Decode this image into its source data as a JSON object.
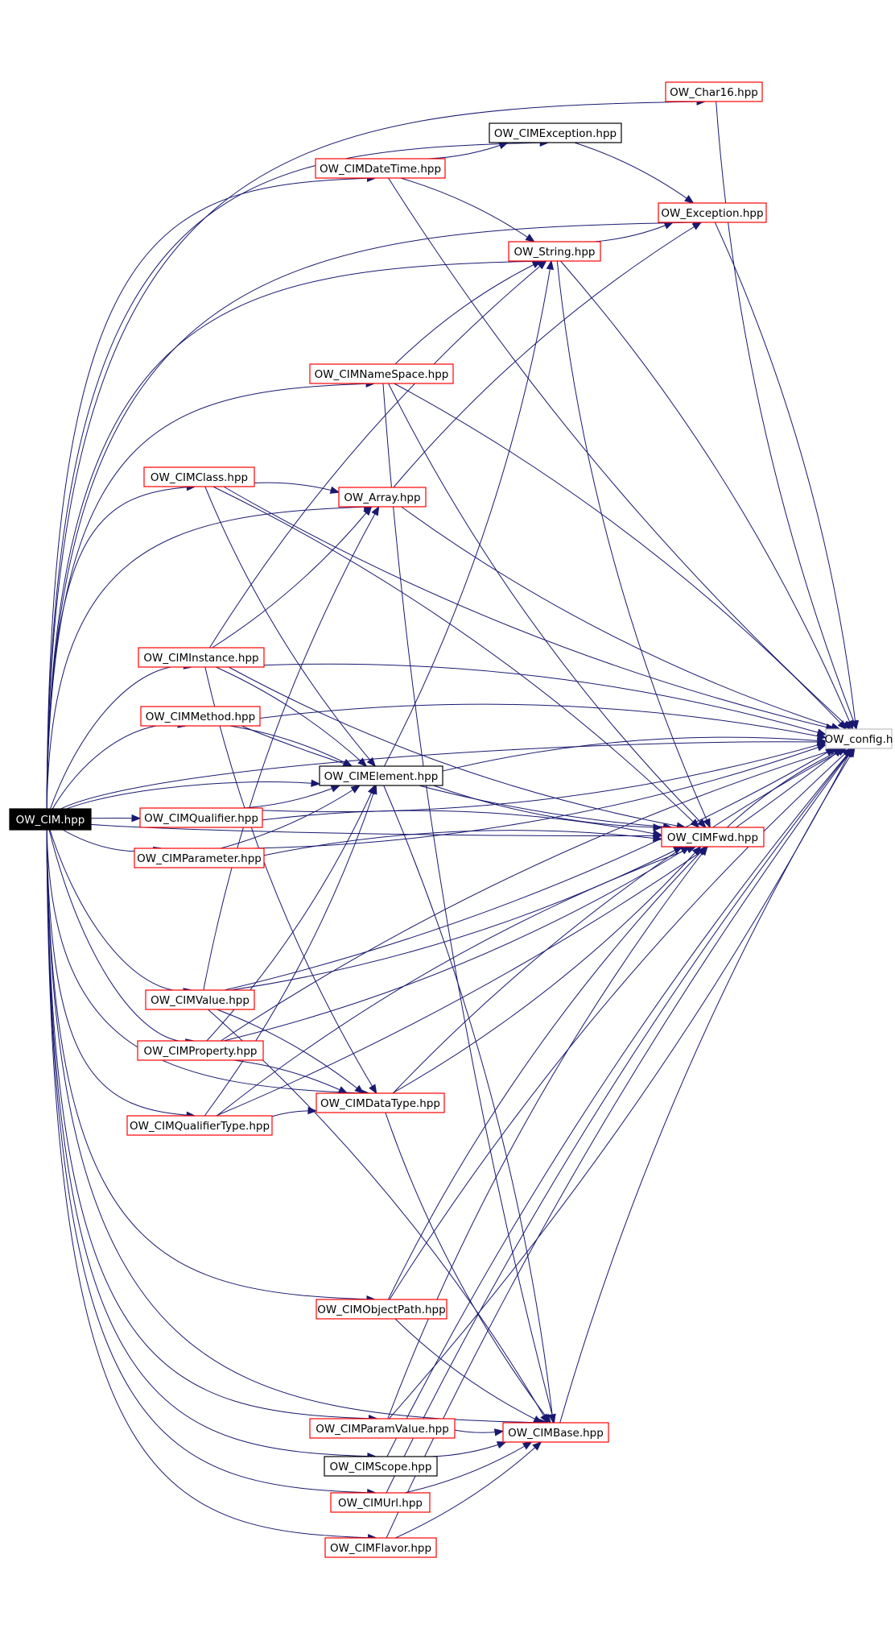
{
  "colors": {
    "edge": "#191970",
    "node_border_red": "#ff0000",
    "node_border_black": "#000000",
    "node_border_gray": "#bfbfbf",
    "root_fill": "#000000",
    "root_text": "#ffffff",
    "node_fill": "#ffffff",
    "node_text": "#000000"
  },
  "nodes": [
    {
      "id": "cim",
      "label": "OW_CIM.hpp",
      "style": "root"
    },
    {
      "id": "char16",
      "label": "OW_Char16.hpp",
      "style": "red"
    },
    {
      "id": "cimexception",
      "label": "OW_CIMException.hpp",
      "style": "black"
    },
    {
      "id": "cimdatetime",
      "label": "OW_CIMDateTime.hpp",
      "style": "red"
    },
    {
      "id": "exception",
      "label": "OW_Exception.hpp",
      "style": "red"
    },
    {
      "id": "string",
      "label": "OW_String.hpp",
      "style": "red"
    },
    {
      "id": "cimnamespace",
      "label": "OW_CIMNameSpace.hpp",
      "style": "red"
    },
    {
      "id": "cimclass",
      "label": "OW_CIMClass.hpp",
      "style": "red"
    },
    {
      "id": "array",
      "label": "OW_Array.hpp",
      "style": "red"
    },
    {
      "id": "ciminstance",
      "label": "OW_CIMInstance.hpp",
      "style": "red"
    },
    {
      "id": "cimmethod",
      "label": "OW_CIMMethod.hpp",
      "style": "red"
    },
    {
      "id": "config",
      "label": "OW_config.h",
      "style": "gray"
    },
    {
      "id": "cimelement",
      "label": "OW_CIMElement.hpp",
      "style": "black"
    },
    {
      "id": "cimqualifier",
      "label": "OW_CIMQualifier.hpp",
      "style": "red"
    },
    {
      "id": "cimfwd",
      "label": "OW_CIMFwd.hpp",
      "style": "red"
    },
    {
      "id": "cimparameter",
      "label": "OW_CIMParameter.hpp",
      "style": "red"
    },
    {
      "id": "cimvalue",
      "label": "OW_CIMValue.hpp",
      "style": "red"
    },
    {
      "id": "cimproperty",
      "label": "OW_CIMProperty.hpp",
      "style": "red"
    },
    {
      "id": "cimdatatype",
      "label": "OW_CIMDataType.hpp",
      "style": "red"
    },
    {
      "id": "cimqualifiertype",
      "label": "OW_CIMQualifierType.hpp",
      "style": "red"
    },
    {
      "id": "cimobjectpath",
      "label": "OW_CIMObjectPath.hpp",
      "style": "red"
    },
    {
      "id": "cimparamvalue",
      "label": "OW_CIMParamValue.hpp",
      "style": "red"
    },
    {
      "id": "cimbase",
      "label": "OW_CIMBase.hpp",
      "style": "red"
    },
    {
      "id": "cimscope",
      "label": "OW_CIMScope.hpp",
      "style": "black"
    },
    {
      "id": "cimurl",
      "label": "OW_CIMUrl.hpp",
      "style": "red"
    },
    {
      "id": "cimflavor",
      "label": "OW_CIMFlavor.hpp",
      "style": "red"
    }
  ],
  "edges": [
    [
      "cim",
      "char16"
    ],
    [
      "cim",
      "cimexception"
    ],
    [
      "cim",
      "cimdatetime"
    ],
    [
      "cim",
      "exception"
    ],
    [
      "cim",
      "string"
    ],
    [
      "cim",
      "cimnamespace"
    ],
    [
      "cim",
      "cimclass"
    ],
    [
      "cim",
      "array"
    ],
    [
      "cim",
      "ciminstance"
    ],
    [
      "cim",
      "cimmethod"
    ],
    [
      "cim",
      "config"
    ],
    [
      "cim",
      "cimelement"
    ],
    [
      "cim",
      "cimqualifier"
    ],
    [
      "cim",
      "cimfwd"
    ],
    [
      "cim",
      "cimparameter"
    ],
    [
      "cim",
      "cimvalue"
    ],
    [
      "cim",
      "cimproperty"
    ],
    [
      "cim",
      "cimdatatype"
    ],
    [
      "cim",
      "cimqualifiertype"
    ],
    [
      "cim",
      "cimobjectpath"
    ],
    [
      "cim",
      "cimparamvalue"
    ],
    [
      "cim",
      "cimbase"
    ],
    [
      "cim",
      "cimscope"
    ],
    [
      "cim",
      "cimurl"
    ],
    [
      "cim",
      "cimflavor"
    ],
    [
      "char16",
      "config"
    ],
    [
      "cimexception",
      "exception"
    ],
    [
      "cimdatetime",
      "cimexception"
    ],
    [
      "cimdatetime",
      "string"
    ],
    [
      "cimdatetime",
      "config"
    ],
    [
      "exception",
      "config"
    ],
    [
      "string",
      "exception"
    ],
    [
      "string",
      "config"
    ],
    [
      "string",
      "cimfwd"
    ],
    [
      "cimnamespace",
      "string"
    ],
    [
      "cimnamespace",
      "cimfwd"
    ],
    [
      "cimnamespace",
      "config"
    ],
    [
      "cimnamespace",
      "cimbase"
    ],
    [
      "cimclass",
      "array"
    ],
    [
      "cimclass",
      "config"
    ],
    [
      "cimclass",
      "cimfwd"
    ],
    [
      "cimclass",
      "cimelement"
    ],
    [
      "array",
      "exception"
    ],
    [
      "array",
      "config"
    ],
    [
      "ciminstance",
      "string"
    ],
    [
      "ciminstance",
      "array"
    ],
    [
      "ciminstance",
      "config"
    ],
    [
      "ciminstance",
      "cimfwd"
    ],
    [
      "ciminstance",
      "cimelement"
    ],
    [
      "ciminstance",
      "cimdatatype"
    ],
    [
      "cimmethod",
      "cimelement"
    ],
    [
      "cimmethod",
      "cimfwd"
    ],
    [
      "cimmethod",
      "config"
    ],
    [
      "cimelement",
      "string"
    ],
    [
      "cimelement",
      "config"
    ],
    [
      "cimelement",
      "cimfwd"
    ],
    [
      "cimelement",
      "cimbase"
    ],
    [
      "cimqualifier",
      "cimelement"
    ],
    [
      "cimqualifier",
      "cimfwd"
    ],
    [
      "cimqualifier",
      "config"
    ],
    [
      "cimfwd",
      "config"
    ],
    [
      "cimparameter",
      "cimelement"
    ],
    [
      "cimparameter",
      "cimfwd"
    ],
    [
      "cimparameter",
      "config"
    ],
    [
      "cimvalue",
      "array"
    ],
    [
      "cimvalue",
      "cimfwd"
    ],
    [
      "cimvalue",
      "cimdatatype"
    ],
    [
      "cimvalue",
      "config"
    ],
    [
      "cimvalue",
      "cimbase"
    ],
    [
      "cimproperty",
      "cimelement"
    ],
    [
      "cimproperty",
      "cimdatatype"
    ],
    [
      "cimproperty",
      "cimfwd"
    ],
    [
      "cimproperty",
      "config"
    ],
    [
      "cimdatatype",
      "cimfwd"
    ],
    [
      "cimdatatype",
      "config"
    ],
    [
      "cimdatatype",
      "cimbase"
    ],
    [
      "cimqualifiertype",
      "cimdatatype"
    ],
    [
      "cimqualifiertype",
      "cimelement"
    ],
    [
      "cimqualifiertype",
      "cimfwd"
    ],
    [
      "cimqualifiertype",
      "config"
    ],
    [
      "cimobjectpath",
      "cimfwd"
    ],
    [
      "cimobjectpath",
      "cimbase"
    ],
    [
      "cimobjectpath",
      "config"
    ],
    [
      "cimparamvalue",
      "cimbase"
    ],
    [
      "cimparamvalue",
      "cimfwd"
    ],
    [
      "cimparamvalue",
      "config"
    ],
    [
      "cimbase",
      "config"
    ],
    [
      "cimscope",
      "cimbase"
    ],
    [
      "cimscope",
      "config"
    ],
    [
      "cimurl",
      "cimbase"
    ],
    [
      "cimurl",
      "config"
    ],
    [
      "cimflavor",
      "cimbase"
    ],
    [
      "cimflavor",
      "config"
    ]
  ]
}
